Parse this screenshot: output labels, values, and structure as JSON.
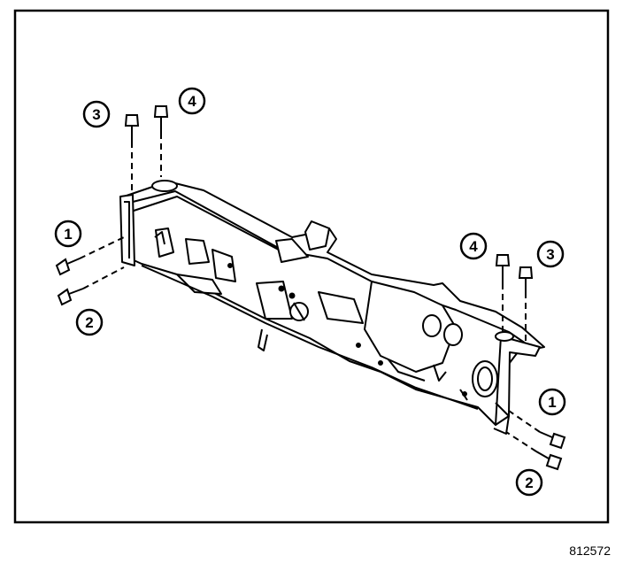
{
  "figure": {
    "id": "812572",
    "callouts": [
      {
        "key": "c3-left",
        "number": "3"
      },
      {
        "key": "c4-left",
        "number": "4"
      },
      {
        "key": "c1-left",
        "number": "1"
      },
      {
        "key": "c2-left",
        "number": "2"
      },
      {
        "key": "c4-right",
        "number": "4"
      },
      {
        "key": "c3-right",
        "number": "3"
      },
      {
        "key": "c1-right",
        "number": "1"
      },
      {
        "key": "c2-right",
        "number": "2"
      }
    ]
  }
}
